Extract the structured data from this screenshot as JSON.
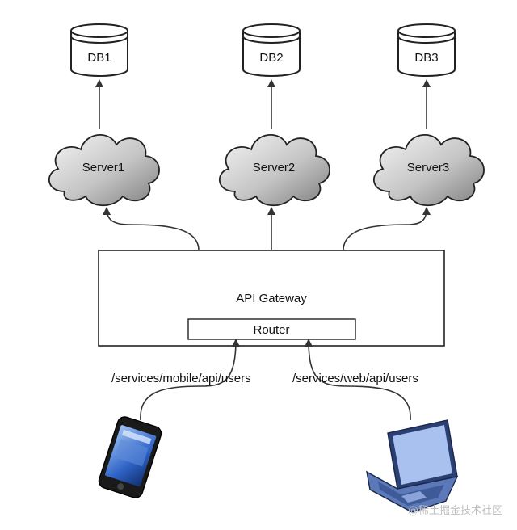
{
  "databases": [
    {
      "label": "DB1"
    },
    {
      "label": "DB2"
    },
    {
      "label": "DB3"
    }
  ],
  "servers": [
    {
      "label": "Server1"
    },
    {
      "label": "Server2"
    },
    {
      "label": "Server3"
    }
  ],
  "gateway": {
    "label": "API Gateway",
    "router_label": "Router"
  },
  "routes": {
    "mobile": "/services/mobile/api/users",
    "web": "/services/web/api/users"
  },
  "clients": {
    "mobile_icon": "smartphone-icon",
    "web_icon": "laptop-icon"
  },
  "watermark": "@稀土掘金技术社区",
  "colors": {
    "stroke": "#333333",
    "cloud_light": "#f2f2f2",
    "cloud_dark": "#8c8c8c",
    "screen_blue": "#2f63c6",
    "laptop_screen": "#a9c1ee",
    "laptop_body": "#5b78b8"
  }
}
